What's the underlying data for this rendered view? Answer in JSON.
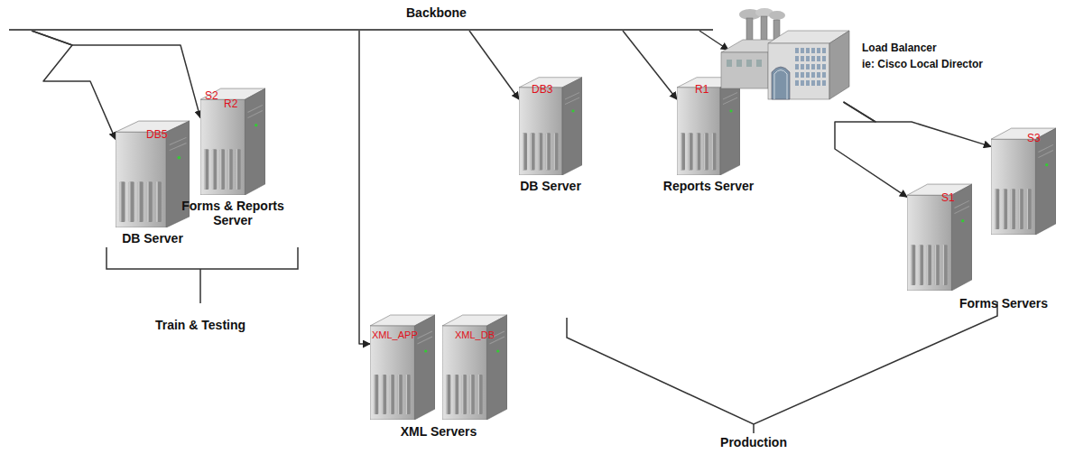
{
  "diagram": {
    "nodes": [
      {
        "text": [
          "Backbone"
        ]
      },
      {
        "text": [
          "DB5",
          "DB Server"
        ]
      },
      {
        "text": [
          "S2",
          "R2",
          "Forms & Reports Server"
        ]
      },
      {
        "text": [
          "XML_APP"
        ]
      },
      {
        "text": [
          "XML_DB"
        ]
      },
      {
        "text": [
          "DB3",
          "DB Server"
        ]
      },
      {
        "text": [
          "R1",
          "Reports Server"
        ]
      },
      {
        "text": [
          "Load Balancer",
          "ie: Cisco Local Director"
        ]
      },
      {
        "text": [
          "S1"
        ]
      },
      {
        "text": [
          "S3"
        ]
      }
    ],
    "edges": [
      {
        "from": 0,
        "to": 1,
        "arrow": "to"
      },
      {
        "from": 0,
        "to": 2,
        "arrow": "to"
      },
      {
        "from": 0,
        "to": 3,
        "arrow": "to"
      },
      {
        "from": 0,
        "to": 5,
        "arrow": "to"
      },
      {
        "from": 0,
        "to": 6,
        "arrow": "to"
      },
      {
        "from": 0,
        "to": 7,
        "arrow": "to"
      },
      {
        "from": 7,
        "to": 8,
        "arrow": "to"
      },
      {
        "from": 7,
        "to": 9,
        "arrow": "to"
      }
    ],
    "labels": [
      "Forms Servers",
      "XML Servers",
      "Train & Testing",
      "Production"
    ]
  }
}
